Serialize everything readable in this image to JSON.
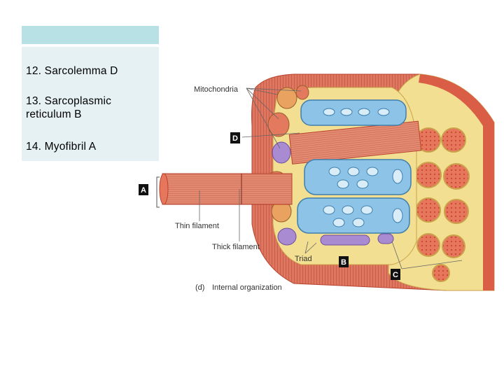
{
  "answer_key": {
    "items": [
      "12.  Sarcolemma  D",
      "13.   Sarcoplasmic\nreticulum   B",
      "14.   Myofibril  A"
    ]
  },
  "figure": {
    "labels": {
      "mitochondria": "Mitochondria",
      "thin_filament": "Thin filament",
      "thick_filament": "Thick filament",
      "triad": "Triad"
    },
    "letters": {
      "a": "A",
      "b": "B",
      "c": "C",
      "d": "D"
    },
    "caption_part": "(d)",
    "caption_text": "Internal organization"
  },
  "colors": {
    "header_bar": "#b7e1e4",
    "answer_bg": "#e6f1f3",
    "muscle": "#d9654a",
    "sarcoplasmic_reticulum": "#8cc3e6",
    "t_tubule": "#a88bd0",
    "cytoplasm": "#f3df92"
  }
}
